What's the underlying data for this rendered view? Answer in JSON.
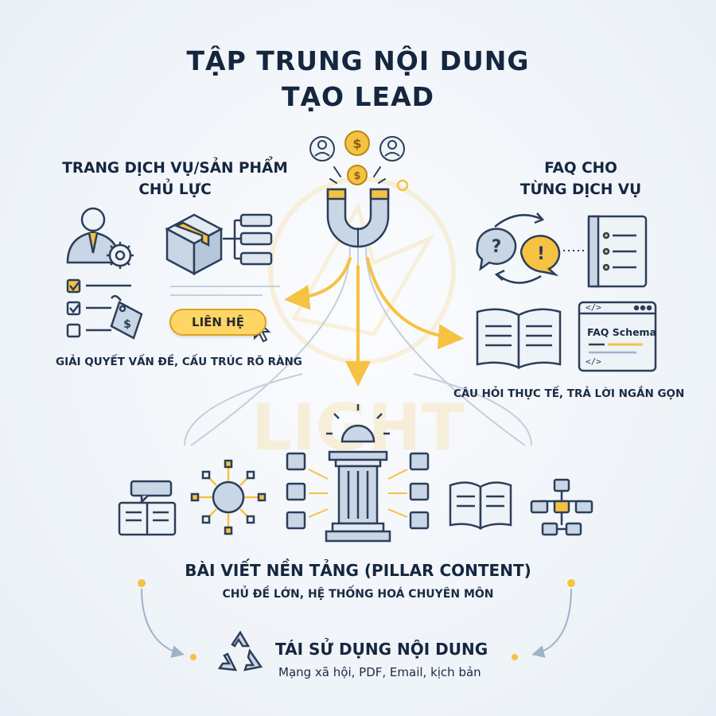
{
  "title": {
    "line1": "TẬP TRUNG NỘI DUNG",
    "line2": "TẠO LEAD"
  },
  "left_section": {
    "heading_line1": "TRANG DỊCH VỤ/SẢN PHẨM",
    "heading_line2": "CHỦ LỰC",
    "button_label": "LIÊN HỆ",
    "caption": "GIẢI QUYẾT VẤN ĐỀ, CẤU TRÚC RÕ RÀNG"
  },
  "right_section": {
    "heading_line1": "FAQ CHO",
    "heading_line2": "TỪNG DỊCH VỤ",
    "schema_label": "FAQ Schema",
    "code_tag": "</>",
    "caption": "CÂU HỎI THỰC TẾ, TRẢ LỜI NGẮN GỌN"
  },
  "pillar_section": {
    "heading": "BÀI VIẾT NỀN TẢNG (PILLAR CONTENT)",
    "caption": "CHỦ ĐỀ LỚN, HỆ THỐNG HOÁ CHUYÊN MÔN"
  },
  "reuse_section": {
    "heading": "TÁI SỬ DỤNG NỘI DUNG",
    "caption": "Mạng xã hội, PDF, Email, kịch bản"
  },
  "icons": {
    "question_mark": "?",
    "exclamation": "!",
    "dollar": "$"
  },
  "colors": {
    "navy": "#15263f",
    "accent_yellow": "#f5c242",
    "icon_blue": "#c9d6e6",
    "stroke": "#2c3e5a"
  }
}
